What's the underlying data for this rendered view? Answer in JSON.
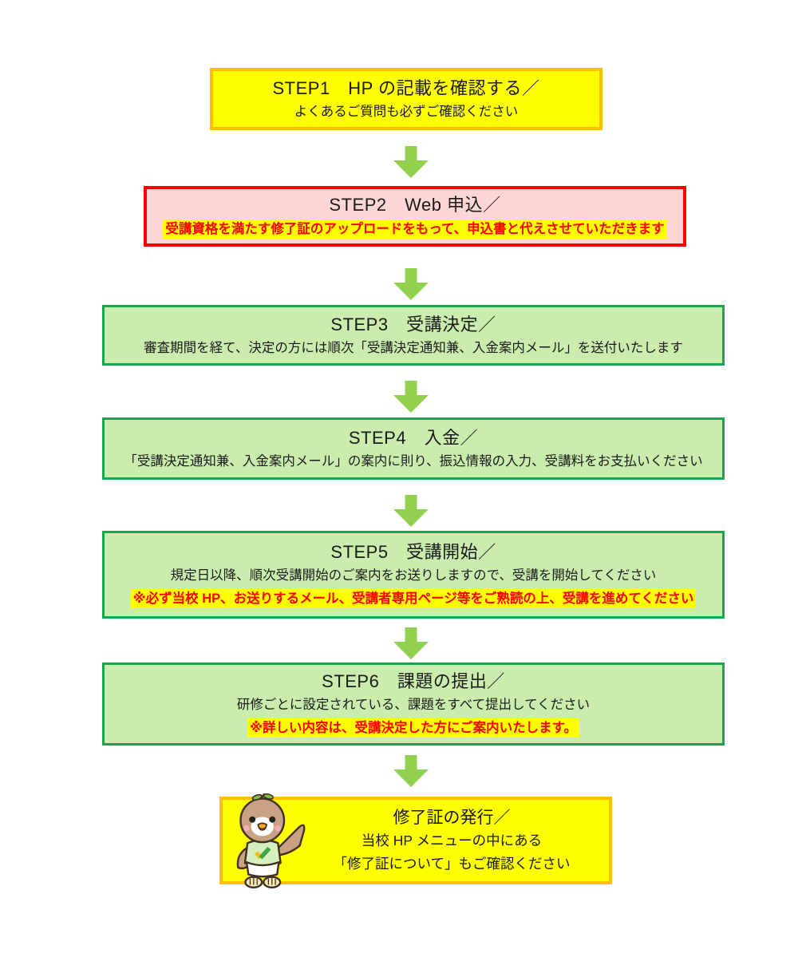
{
  "colors": {
    "yellow_fill": "#FFFF00",
    "yellow_border": "#FFC000",
    "pink_fill": "#FFD6D6",
    "red_border": "#FF0000",
    "green_fill": "#CAEDAD",
    "green_border": "#0FA94F",
    "arrow_green": "#92D050",
    "highlight_bg": "#FFFF00",
    "highlight_text": "#FF0000"
  },
  "flow": {
    "steps": [
      {
        "title": "STEP1　HP の記載を確認する／",
        "body": "よくあるご質問も必ずご確認ください"
      },
      {
        "title": "STEP2　Web 申込／",
        "highlight": "受講資格を満たす修了証のアップロードをもって、申込書と代えさせていただきます"
      },
      {
        "title": "STEP3　受講決定／",
        "body": "審査期間を経て、決定の方には順次「受講決定通知兼、入金案内メール」を送付いたします"
      },
      {
        "title": "STEP4　入金／",
        "body": "「受講決定通知兼、入金案内メール」の案内に則り、振込情報の入力、受講料をお支払いください"
      },
      {
        "title": "STEP5　受講開始／",
        "body": "規定日以降、順次受講開始のご案内をお送りしますので、受講を開始してください",
        "highlight": "※必ず当校 HP、お送りするメール、受講者専用ページ等をご熟読の上、受講を進めてください"
      },
      {
        "title": "STEP6　課題の提出／",
        "body": "研修ごとに設定されている、課題をすべて提出してください",
        "highlight": "※詳しい内容は、受講決定した方にご案内いたします。"
      }
    ],
    "final": {
      "title": "修了証の発行／",
      "line1": "当校 HP メニューの中にある",
      "line2": "「修了証について」もご確認ください"
    },
    "mascot": "bird-chick-mascot"
  }
}
